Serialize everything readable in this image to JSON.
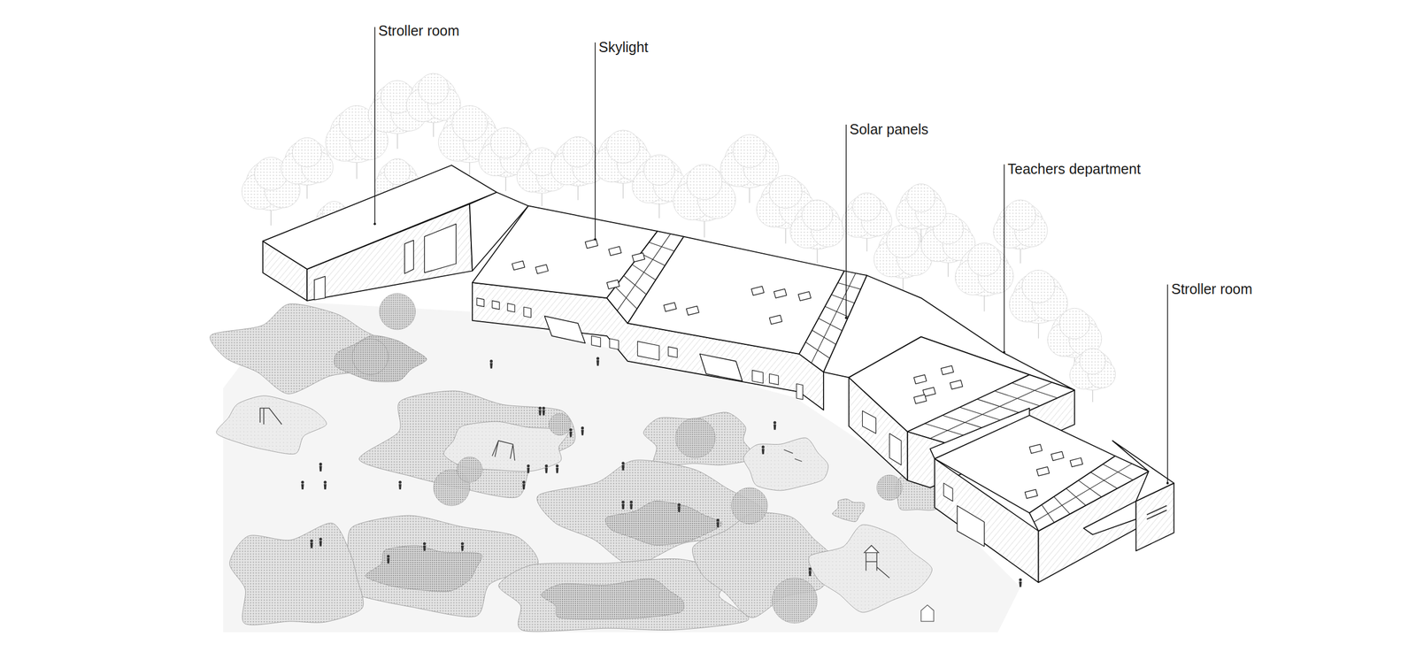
{
  "diagram": {
    "labels": [
      "Stroller room",
      "Skylight",
      "Solar panels",
      "Teachers department",
      "Stroller room"
    ]
  }
}
